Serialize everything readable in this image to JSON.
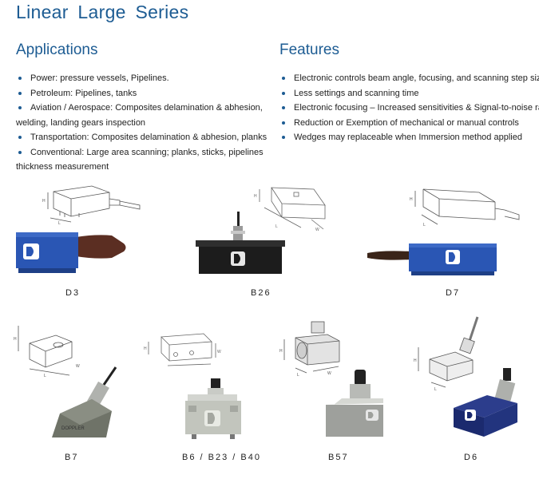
{
  "title": "Linear  Large  Series",
  "applications": {
    "heading": "Applications",
    "items": [
      {
        "lines": [
          "Power: pressure vessels, Pipelines."
        ]
      },
      {
        "lines": [
          "Petroleum: Pipelines, tanks"
        ]
      },
      {
        "lines": [
          "Aviation / Aerospace: Composites delamination & abhesion,",
          "welding, landing gears inspection"
        ]
      },
      {
        "lines": [
          "Transportation: Composites delamination & abhesion, planks"
        ]
      },
      {
        "lines": [
          "Conventional: Large area scanning; planks, sticks, pipelines",
          "thickness measurement"
        ]
      }
    ]
  },
  "features": {
    "heading": "Features",
    "items": [
      "Electronic controls beam angle, focusing, and scanning step size",
      "Less settings and scanning time",
      "Electronic focusing – Increased sensitivities & Signal-to-noise ratio",
      "Reduction or Exemption of mechanical or manual controls",
      "Wedges may replaceable when Immersion method applied"
    ]
  },
  "products": [
    {
      "label": "D3"
    },
    {
      "label": "B26"
    },
    {
      "label": "D7"
    },
    {
      "label": "B7"
    },
    {
      "label": "B6 / B23 / B40"
    },
    {
      "label": "B57"
    },
    {
      "label": "D6"
    }
  ],
  "drawing_labels": {
    "h": "H",
    "l": "L",
    "w": "W",
    "brand": "DOPPLER"
  },
  "colors": {
    "heading": "#1d5c93",
    "blue_body": "#2a56b4",
    "black_body": "#1c1c1c",
    "metal": "#b9bdb8"
  }
}
